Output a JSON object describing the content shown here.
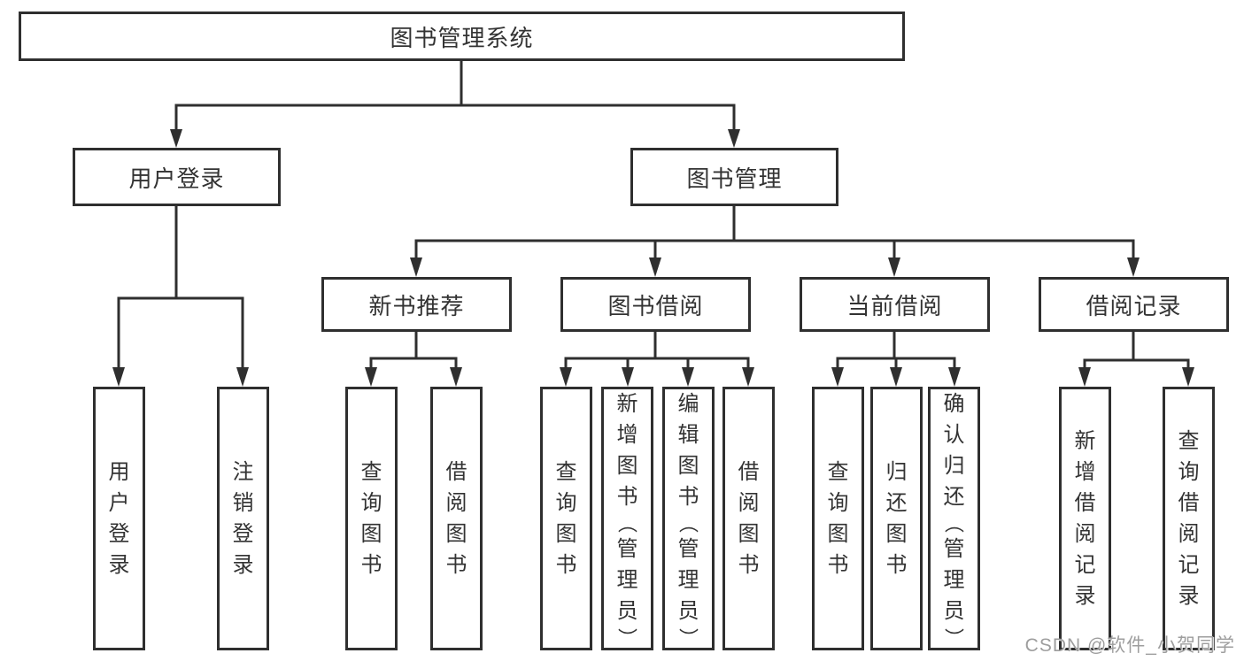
{
  "diagram_type": "functional-structure-tree",
  "colors": {
    "line": "#2f2f2f",
    "box_border": "#2f2f2f",
    "text": "#333333",
    "watermark": "#9e9e9e",
    "background": "#ffffff"
  },
  "tree": {
    "label": "图书管理系统",
    "children": [
      {
        "label": "用户登录",
        "children": [
          {
            "label": "用户登录"
          },
          {
            "label": "注销登录"
          }
        ]
      },
      {
        "label": "图书管理",
        "children": [
          {
            "label": "新书推荐",
            "children": [
              {
                "label": "查询图书"
              },
              {
                "label": "借阅图书"
              }
            ]
          },
          {
            "label": "图书借阅",
            "children": [
              {
                "label": "查询图书"
              },
              {
                "label": "新增图书（管理员）"
              },
              {
                "label": "编辑图书（管理员）"
              },
              {
                "label": "借阅图书"
              }
            ]
          },
          {
            "label": "当前借阅",
            "children": [
              {
                "label": "查询图书"
              },
              {
                "label": "归还图书"
              },
              {
                "label": "确认归还（管理员）"
              }
            ]
          },
          {
            "label": "借阅记录",
            "children": [
              {
                "label": "新增借阅记录"
              },
              {
                "label": "查询借阅记录"
              }
            ]
          }
        ]
      }
    ]
  },
  "watermark": {
    "text": "CSDN @软件_小贺同学"
  }
}
